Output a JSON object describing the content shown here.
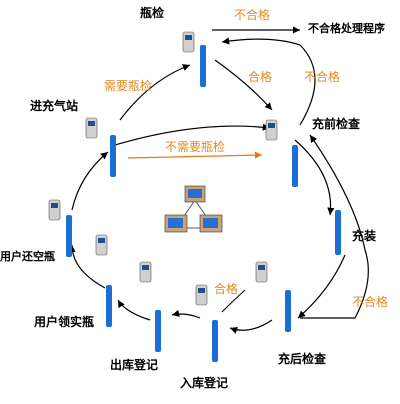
{
  "labels": {
    "bottle_check": "瓶检",
    "unqualified_top": "不合格",
    "unqualified_process": "不合格处理程序",
    "need_check": "需要瓶检",
    "qualified_1": "合格",
    "unqualified_right": "不合格",
    "station": "进充气站",
    "pre_check": "充前检查",
    "no_need_check": "不需要瓶检",
    "filling": "充装",
    "return_empty": "用户还空瓶",
    "qualified_2": "合格",
    "unqualified_lower": "不合格",
    "receive_full": "用户领实瓶",
    "post_check": "充后检查",
    "out_register": "出库登记",
    "in_register": "入库登记"
  },
  "colors": {
    "cylinder": "#1a6fd6",
    "arrow": "#000000",
    "yellow_text": "#e08a1e",
    "orange_arrow": "#e07a1e"
  },
  "icons": {
    "handheld": "handheld-scanner-icon",
    "cylinder": "gas-cylinder-icon",
    "network": "computer-network-icon"
  }
}
